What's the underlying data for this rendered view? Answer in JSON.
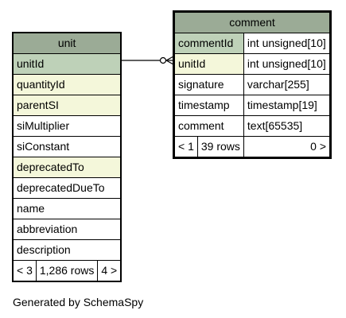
{
  "unit_table": {
    "title": "unit",
    "columns": [
      {
        "name": "unitId",
        "kind": "pk"
      },
      {
        "name": "quantityId",
        "kind": "fk"
      },
      {
        "name": "parentSI",
        "kind": "fk"
      },
      {
        "name": "siMultiplier",
        "kind": "plain"
      },
      {
        "name": "siConstant",
        "kind": "plain"
      },
      {
        "name": "deprecatedTo",
        "kind": "fk"
      },
      {
        "name": "deprecatedDueTo",
        "kind": "plain"
      },
      {
        "name": "name",
        "kind": "plain"
      },
      {
        "name": "abbreviation",
        "kind": "plain"
      },
      {
        "name": "description",
        "kind": "plain"
      }
    ],
    "footer": {
      "parents": "< 3",
      "rows": "1,286 rows",
      "children": "4 >"
    }
  },
  "comment_table": {
    "title": "comment",
    "columns": [
      {
        "name": "commentId",
        "type": "int unsigned[10]",
        "kind": "pk"
      },
      {
        "name": "unitId",
        "type": "int unsigned[10]",
        "kind": "fk"
      },
      {
        "name": "signature",
        "type": "varchar[255]",
        "kind": "plain"
      },
      {
        "name": "timestamp",
        "type": "timestamp[19]",
        "kind": "plain"
      },
      {
        "name": "comment",
        "type": "text[65535]",
        "kind": "plain"
      }
    ],
    "footer": {
      "parents": "< 1",
      "rows": "39 rows",
      "children": "0 >"
    }
  },
  "relationship": {
    "from": "unit.unitId",
    "to": "comment.unitId",
    "cardinality": "zero-or-many"
  },
  "colors": {
    "header": "#9bab96",
    "primary_key": "#bed1b8",
    "foreign_key": "#f4f7da"
  },
  "generated_by": "Generated by SchemaSpy"
}
